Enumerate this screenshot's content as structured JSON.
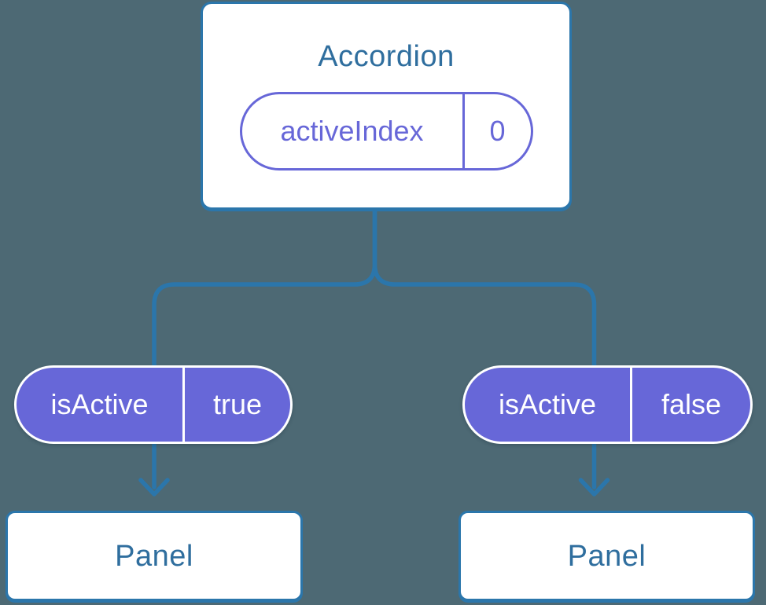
{
  "canvas": {
    "background_color": "#4D6974",
    "connector_color": "#2B76AB",
    "card_border_color": "#2B76AB",
    "purple_color": "#6767D8",
    "blue_text_color": "#2F6E9E"
  },
  "accordion_card": {
    "title": "Accordion",
    "state_pill": {
      "name": "activeIndex",
      "value": "0"
    }
  },
  "prop_pills": [
    {
      "name": "isActive",
      "value": "true"
    },
    {
      "name": "isActive",
      "value": "false"
    }
  ],
  "panels": [
    {
      "label": "Panel"
    },
    {
      "label": "Panel"
    }
  ]
}
